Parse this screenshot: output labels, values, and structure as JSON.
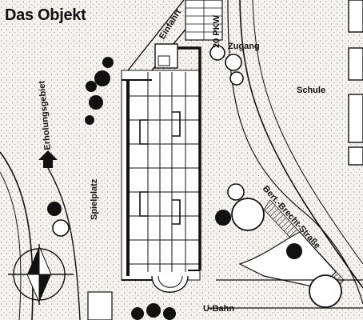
{
  "title": "Das Objekt",
  "labels": {
    "einfahrt": "Einfahrt",
    "parking": "20 PKW",
    "zugang": "Zugang",
    "schule": "Schule",
    "erholungsgebiet": "Erholungsgebiet",
    "spielplatz": "Spielplatz",
    "street": "Bert.-Brecht-Straße",
    "ubahn": "U-Bahn"
  },
  "colors": {
    "ink": "#111111",
    "paper": "#f4f2ee"
  },
  "icons": [
    "north-arrow-icon",
    "tree-icon",
    "direction-arrow-icon"
  ]
}
